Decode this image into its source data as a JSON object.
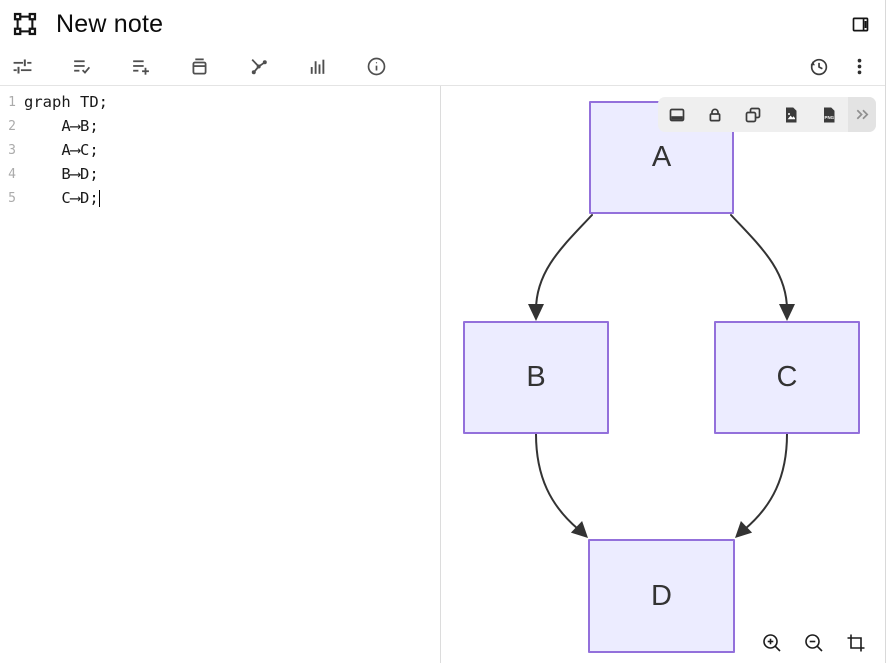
{
  "header": {
    "title": "New note",
    "window_icon": "frame-icon",
    "panel_toggle_icon": "sidebar-right-icon"
  },
  "toolbar": {
    "left_icons": [
      "adjustments",
      "list-check",
      "list-add",
      "archive",
      "share-graph",
      "bar-chart",
      "info"
    ],
    "right_icons": [
      "history",
      "kebab-menu"
    ]
  },
  "editor": {
    "lines": [
      {
        "num": "1",
        "text": "graph TD;"
      },
      {
        "num": "2",
        "text": "    A⟶B;"
      },
      {
        "num": "3",
        "text": "    A⟶C;"
      },
      {
        "num": "4",
        "text": "    B⟶D;"
      },
      {
        "num": "5",
        "text": "    C⟶D;"
      }
    ]
  },
  "diagram": {
    "type": "flowchart",
    "direction": "TD",
    "nodes": [
      {
        "id": "A",
        "label": "A"
      },
      {
        "id": "B",
        "label": "B"
      },
      {
        "id": "C",
        "label": "C"
      },
      {
        "id": "D",
        "label": "D"
      }
    ],
    "edges": [
      {
        "from": "A",
        "to": "B"
      },
      {
        "from": "A",
        "to": "C"
      },
      {
        "from": "B",
        "to": "D"
      },
      {
        "from": "C",
        "to": "D"
      }
    ],
    "colors": {
      "node_fill": "#ECECFF",
      "node_border": "#9370DB",
      "edge": "#333333",
      "label": "#333333"
    }
  },
  "floating_toolbar": {
    "icons": [
      "preview-panel",
      "lock",
      "duplicate",
      "export-image",
      "export-png"
    ],
    "more_icon": "chevrons-right",
    "png_badge": "PNG"
  },
  "zoom_controls": {
    "icons": [
      "zoom-in",
      "zoom-out",
      "crop"
    ]
  }
}
